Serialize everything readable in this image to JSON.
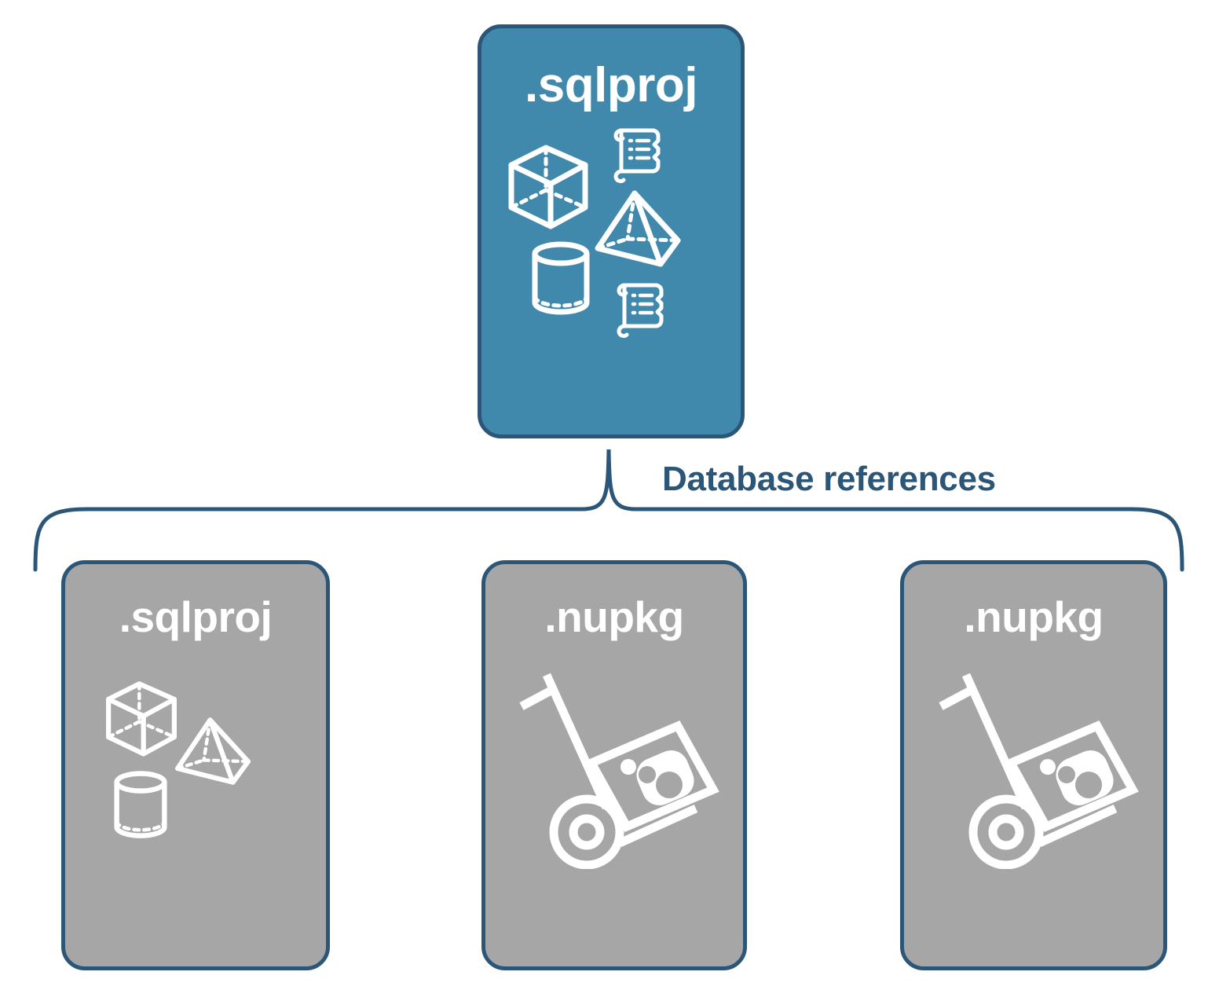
{
  "diagram": {
    "title_text": "Database references",
    "colors": {
      "root_fill": "#4189AC",
      "leaf_fill": "#A6A6A6",
      "border": "#2B5677",
      "label_text": "#2B5677",
      "icon_stroke": "#FFFFFF",
      "background": "#FFFFFF"
    },
    "root": {
      "label": ".sqlproj",
      "icons": [
        {
          "name": "cube-icon"
        },
        {
          "name": "scroll-icon"
        },
        {
          "name": "pyramid-icon"
        },
        {
          "name": "cylinder-icon"
        },
        {
          "name": "scroll-icon"
        }
      ]
    },
    "relationship": {
      "label": "Database references",
      "connector": "curly-brace"
    },
    "leaves": [
      {
        "label": ".sqlproj",
        "icons": [
          {
            "name": "cube-icon"
          },
          {
            "name": "pyramid-icon"
          },
          {
            "name": "cylinder-icon"
          }
        ]
      },
      {
        "label": ".nupkg",
        "icons": [
          {
            "name": "package-dolly-icon"
          }
        ]
      },
      {
        "label": ".nupkg",
        "icons": [
          {
            "name": "package-dolly-icon"
          }
        ]
      }
    ]
  }
}
